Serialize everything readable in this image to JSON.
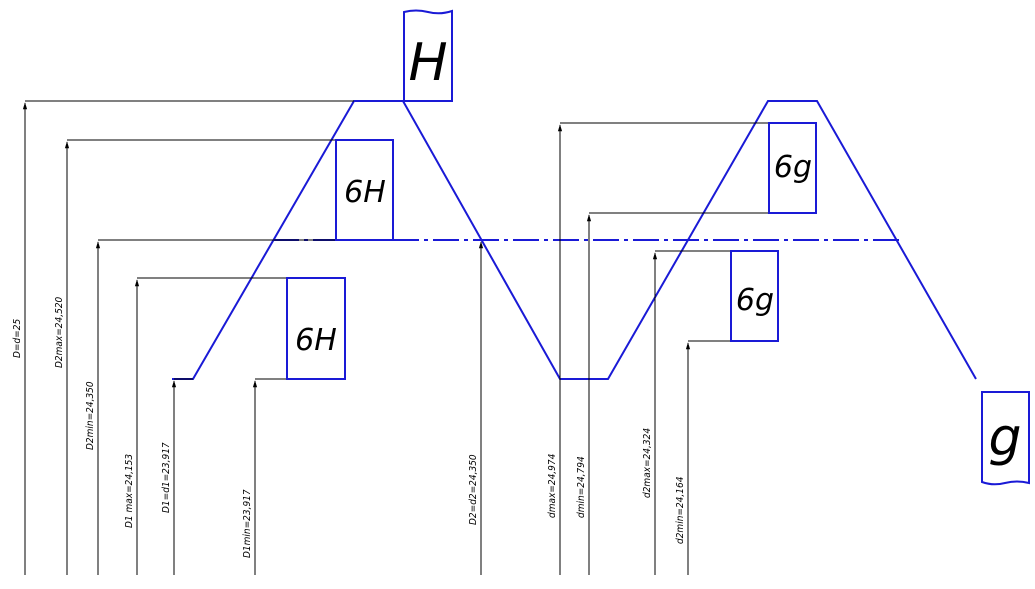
{
  "colors": {
    "profile": "#1a1ad6",
    "dimension": "#000000"
  },
  "symbols": {
    "nut_field": "H",
    "bolt_field": "g",
    "nut_upper_zone": "6H",
    "nut_lower_zone": "6H",
    "bolt_upper_zone": "6g",
    "bolt_lower_zone": "6g"
  },
  "dimensions": [
    {
      "name": "dim-D-d",
      "label": "D=d=25"
    },
    {
      "name": "dim-D2max",
      "label": "D2max=24,520"
    },
    {
      "name": "dim-D2min",
      "label": "D2min=24,350"
    },
    {
      "name": "dim-D1max",
      "label": "D1 max=24,153"
    },
    {
      "name": "dim-D1-d1",
      "label": "D1=d1=23,917"
    },
    {
      "name": "dim-D1min",
      "label": "D1min=23,917"
    },
    {
      "name": "dim-D2-d2",
      "label": "D2=d2=24,350"
    },
    {
      "name": "dim-dmax",
      "label": "dmax=24,974"
    },
    {
      "name": "dim-dmin",
      "label": "dmin=24,794"
    },
    {
      "name": "dim-d2max",
      "label": "d2max=24,324"
    },
    {
      "name": "dim-d2min",
      "label": "d2min=24,164"
    }
  ]
}
